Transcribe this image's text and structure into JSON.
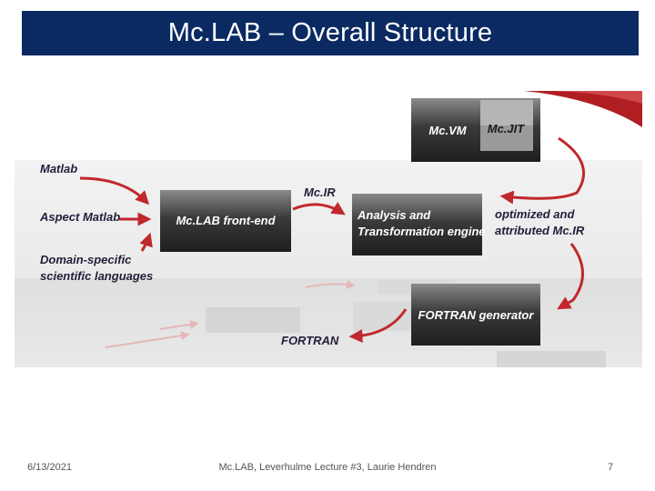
{
  "slide": {
    "title": "Mc.LAB – Overall Structure"
  },
  "diagram": {
    "inputs": [
      "Matlab",
      "Aspect Matlab",
      "Domain-specific",
      "scientific languages"
    ],
    "boxes": {
      "frontend": "Mc.LAB front-end",
      "analysis_line1": "Analysis and",
      "analysis_line2": "Transformation engine",
      "mcvm": "Mc.VM",
      "mcjit": "Mc.JIT",
      "fortran_gen": "FORTRAN generator"
    },
    "labels": {
      "mcir": "Mc.IR",
      "optimized_line1": "optimized and",
      "optimized_line2": "attributed Mc.IR",
      "fortran": "FORTRAN"
    },
    "colors": {
      "box_dark": "#2b2b2b",
      "box_light": "#7a7a7a",
      "arrow_red": "#c0282d",
      "label_text": "#1f1f3a"
    }
  },
  "footer": {
    "date": "6/13/2021",
    "center": "Mc.LAB, Leverhulme Lecture #3, Laurie Hendren",
    "page": "7"
  }
}
